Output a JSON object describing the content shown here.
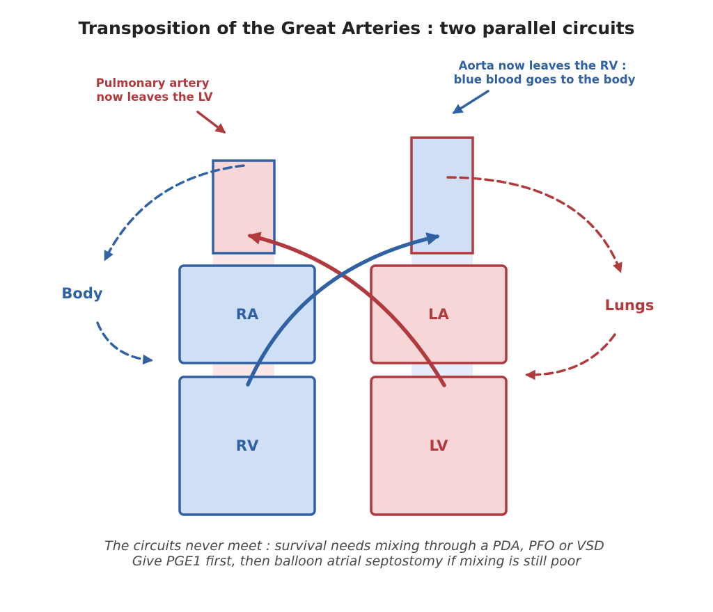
{
  "title": "Transposition of the Great Arteries : two parallel circuits",
  "annotations": {
    "pulmonary": [
      "Pulmonary artery",
      "now leaves the LV"
    ],
    "aorta": [
      "Aorta now leaves the RV :",
      "blue blood goes to the body"
    ]
  },
  "circulations": {
    "body": "Body",
    "lungs": "Lungs"
  },
  "chambers": {
    "ra": "RA",
    "rv": "RV",
    "la": "LA",
    "lv": "LV"
  },
  "caption": [
    "The circuits never meet : survival needs mixing through a PDA, PFO or VSD",
    "Give PGE1 first, then balloon atrial septostomy if mixing is still poor"
  ],
  "colors": {
    "blue": "#3062a3",
    "blue_fill": "#cfdff5",
    "red": "#b03a3e",
    "red_fill": "#f6d6d6"
  }
}
